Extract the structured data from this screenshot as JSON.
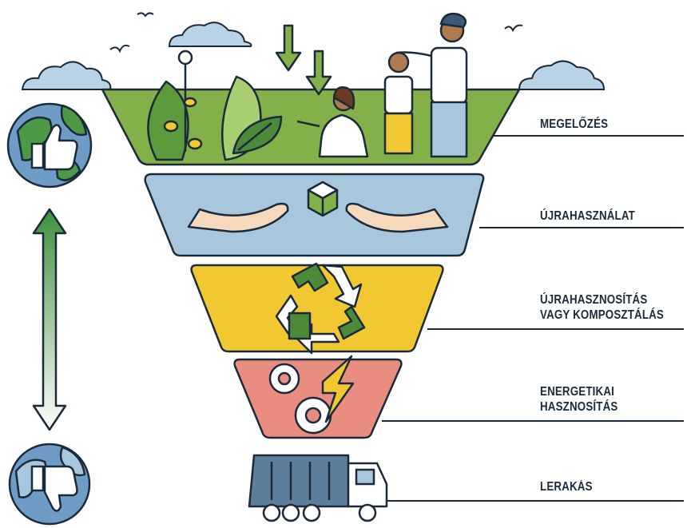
{
  "colors": {
    "outline": "#1b2a3a",
    "tier1_fill": "#84b04a",
    "tier2_fill": "#a9c7dc",
    "tier3_fill": "#f2c832",
    "tier4_fill": "#e88d80",
    "truck_fill": "#5e7e9c",
    "arrow_green": "#3f8f3c",
    "globe_blue": "#6e9cc7",
    "globe_green": "#4c9a45"
  },
  "hierarchy": {
    "tiers": [
      {
        "id": "prevention",
        "lines": [
          "MEGELŐZÉS"
        ]
      },
      {
        "id": "reuse",
        "lines": [
          "ÚJRAHASZNÁLAT"
        ]
      },
      {
        "id": "recycling",
        "lines": [
          "ÚJRAHASZNOSÍTÁS",
          "VAGY KOMPOSZTÁLÁS"
        ]
      },
      {
        "id": "energy-recovery",
        "lines": [
          "ENERGETIKAI",
          "HASZNOSÍTÁS"
        ]
      },
      {
        "id": "disposal",
        "lines": [
          "LERAKÁS"
        ]
      }
    ]
  },
  "icons": {
    "top_globe": "thumbs-up-globe-icon",
    "bottom_globe": "thumbs-down-globe-icon",
    "scale_arrow": "double-arrow-icon",
    "tier_reuse": "hands-cube-icon",
    "tier_recycling": "recycle-icon",
    "tier_energy": "gears-lightning-icon",
    "tier_disposal": "garbage-truck-icon"
  }
}
